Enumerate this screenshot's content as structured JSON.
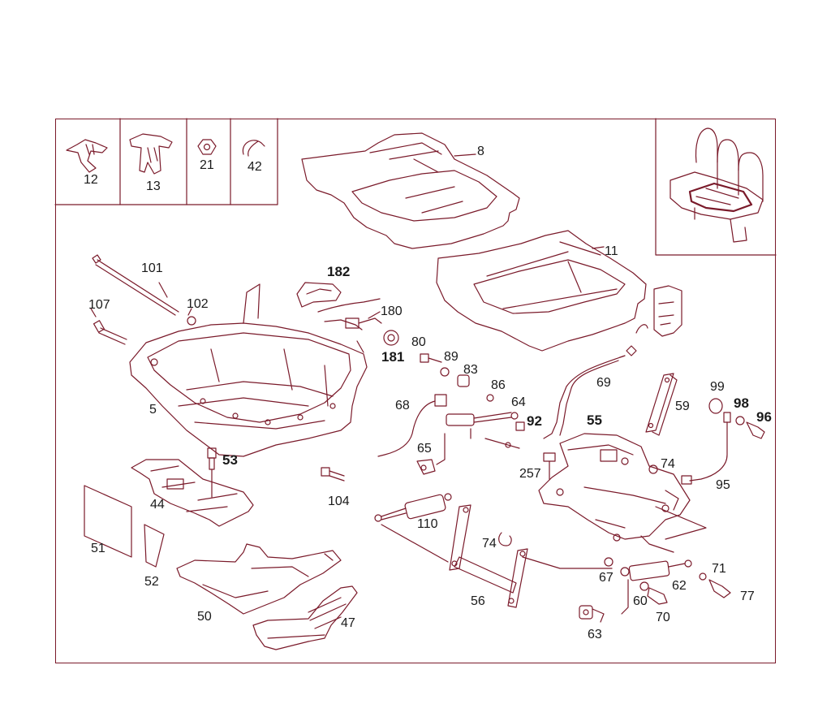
{
  "callouts": {
    "p8": "8",
    "p11": "11",
    "p12": "12",
    "p13": "13",
    "p21": "21",
    "p42": "42",
    "p101": "101",
    "p102": "102",
    "p107": "107",
    "p5": "5",
    "p182": "182",
    "p180": "180",
    "p181": "181",
    "p80": "80",
    "p89": "89",
    "p83": "83",
    "p86": "86",
    "p64": "64",
    "p69": "69",
    "p68": "68",
    "p92": "92",
    "p65": "65",
    "p257": "257",
    "p55": "55",
    "p59": "59",
    "p99": "99",
    "p98": "98",
    "p96": "96",
    "p74a": "74",
    "p95": "95",
    "p53": "53",
    "p44": "44",
    "p104": "104",
    "p51": "51",
    "p52": "52",
    "p50": "50",
    "p47": "47",
    "p110": "110",
    "p74b": "74",
    "p56": "56",
    "p67": "67",
    "p62": "62",
    "p71": "71",
    "p77": "77",
    "p60": "60",
    "p70": "70",
    "p63": "63"
  },
  "colors": {
    "line": "#7a1a2a",
    "text": "#1a1a1a"
  }
}
